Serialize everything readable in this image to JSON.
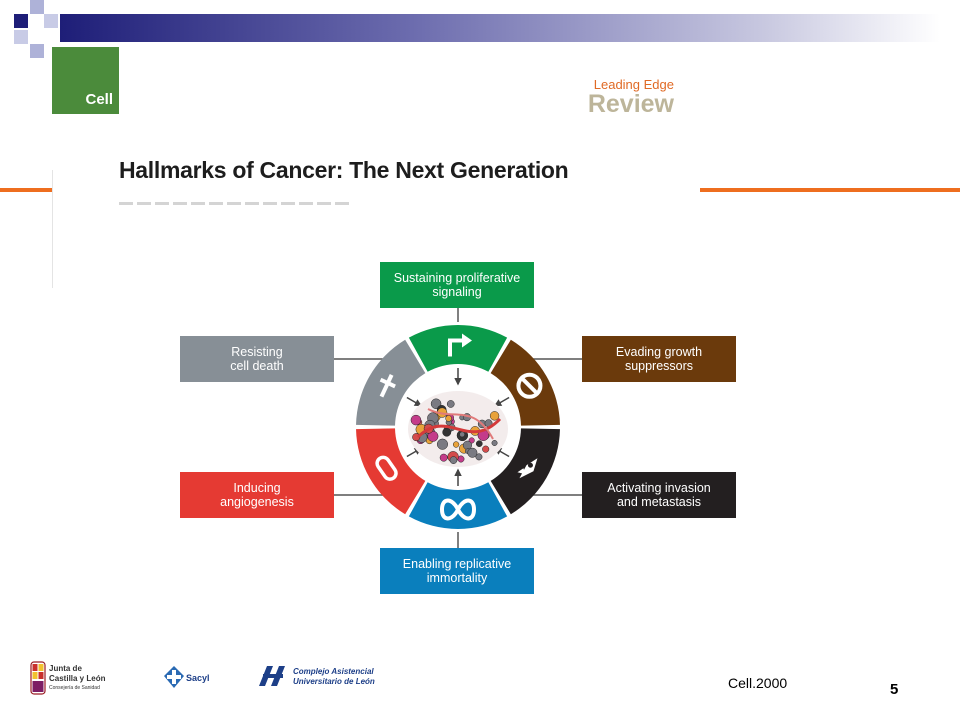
{
  "article": {
    "journal": "Cell",
    "section_top": "Leading Edge",
    "section_main": "Review",
    "title": "Hallmarks of Cancer: The Next Generation"
  },
  "diagram": {
    "hallmarks": [
      {
        "id": "proliferative",
        "lines": [
          "Sustaining proliferative",
          "signaling"
        ],
        "color": "#0a9a4a"
      },
      {
        "id": "growth-suppressors",
        "lines": [
          "Evading growth",
          "suppressors"
        ],
        "color": "#6b3a0c"
      },
      {
        "id": "invasion",
        "lines": [
          "Activating invasion",
          "and metastasis"
        ],
        "color": "#231f20"
      },
      {
        "id": "immortality",
        "lines": [
          "Enabling replicative",
          "immortality"
        ],
        "color": "#0a7fbd"
      },
      {
        "id": "angiogenesis",
        "lines": [
          "Inducing",
          "angiogenesis"
        ],
        "color": "#e53a33"
      },
      {
        "id": "cell-death",
        "lines": [
          "Resisting",
          "cell death"
        ],
        "color": "#878f96"
      }
    ]
  },
  "footer": {
    "logo1_line1": "Junta de",
    "logo1_line2": "Castilla y León",
    "logo1_line3": "Consejería de Sanidad",
    "logo2": "Sacyl",
    "logo3_line1": "Complejo Asistencial",
    "logo3_line2": "Universitario de León",
    "citation": "Cell.2000",
    "page_number": "5"
  }
}
